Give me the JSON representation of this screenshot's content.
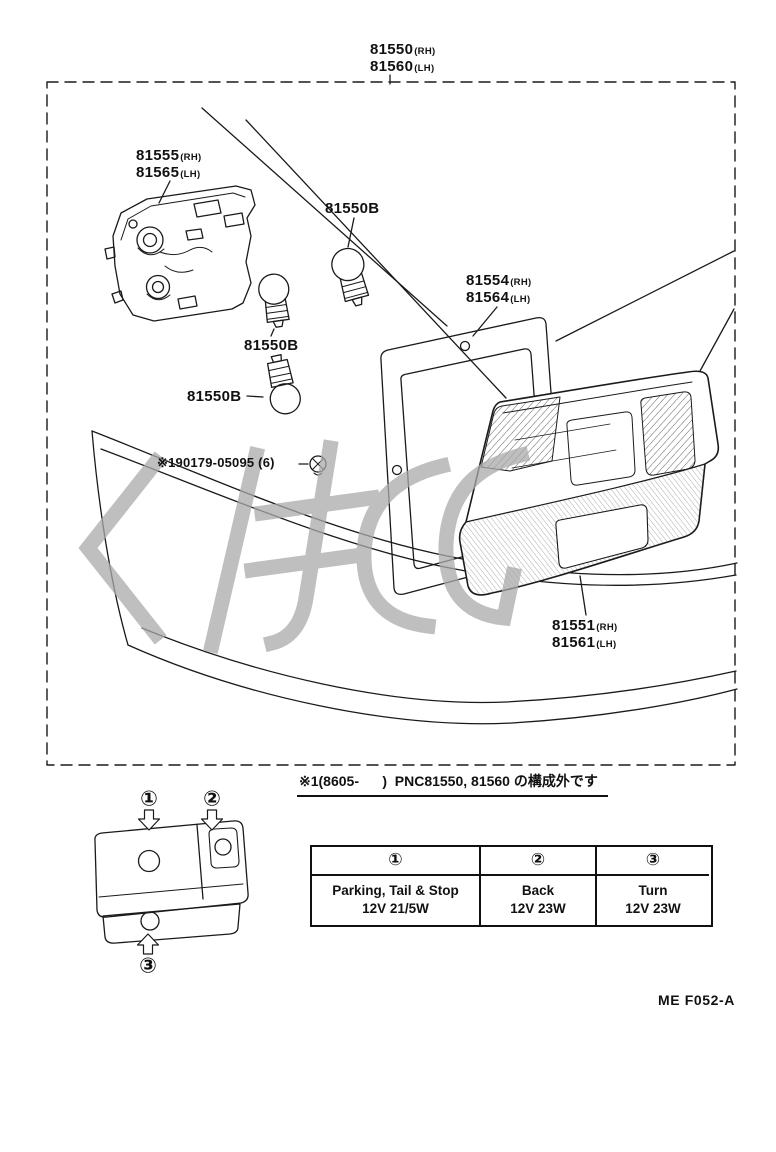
{
  "figure": {
    "code": "ME F052-A",
    "note": "※1(8605-      )  PNC81550, 81560 の構成外です"
  },
  "labels": {
    "assy_rh": "81550",
    "assy_rh_side": "(RH)",
    "assy_lh": "81560",
    "assy_lh_side": "(LH)",
    "socket_rh": "81555",
    "socket_rh_side": "(RH)",
    "socket_lh": "81565",
    "socket_lh_side": "(LH)",
    "gasket_rh": "81554",
    "gasket_rh_side": "(RH)",
    "gasket_lh": "81564",
    "gasket_lh_side": "(LH)",
    "lens_rh": "81551",
    "lens_rh_side": "(RH)",
    "lens_lh": "81561",
    "lens_lh_side": "(LH)",
    "bulb_top": "81550B",
    "bulb_mid": "81550B",
    "bulb_low": "81550B",
    "screw": "※190179-05095 (6)"
  },
  "callouts": {
    "one": "①",
    "two": "②",
    "three": "③"
  },
  "bulb_table": {
    "headers": [
      "①",
      "②",
      "③"
    ],
    "row_line1": [
      "Parking, Tail & Stop",
      "Back",
      "Turn"
    ],
    "row_line2": [
      "12V 21/5W",
      "12V 23W",
      "12V 23W"
    ]
  },
  "colors": {
    "ink": "#1a1a1a",
    "watermark": "#aaaaaa",
    "paper": "#ffffff"
  }
}
